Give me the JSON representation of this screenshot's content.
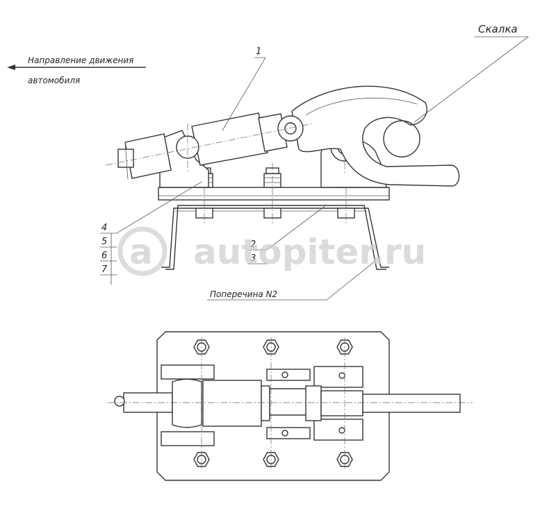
{
  "labels": {
    "direction_line1": "Направление движения",
    "direction_line2": "автомобиля",
    "skalka": "Скалка",
    "crossmember": "Поперечина N2",
    "callout_1": "1",
    "callout_2": "2",
    "callout_3": "3",
    "callout_4": "4",
    "callout_5": "5",
    "callout_6": "6",
    "callout_7": "7"
  },
  "watermark": {
    "logo_text": "a",
    "text": "autopiter.ru"
  },
  "colors": {
    "line": "#333333",
    "watermark": "#cfcfcf"
  }
}
